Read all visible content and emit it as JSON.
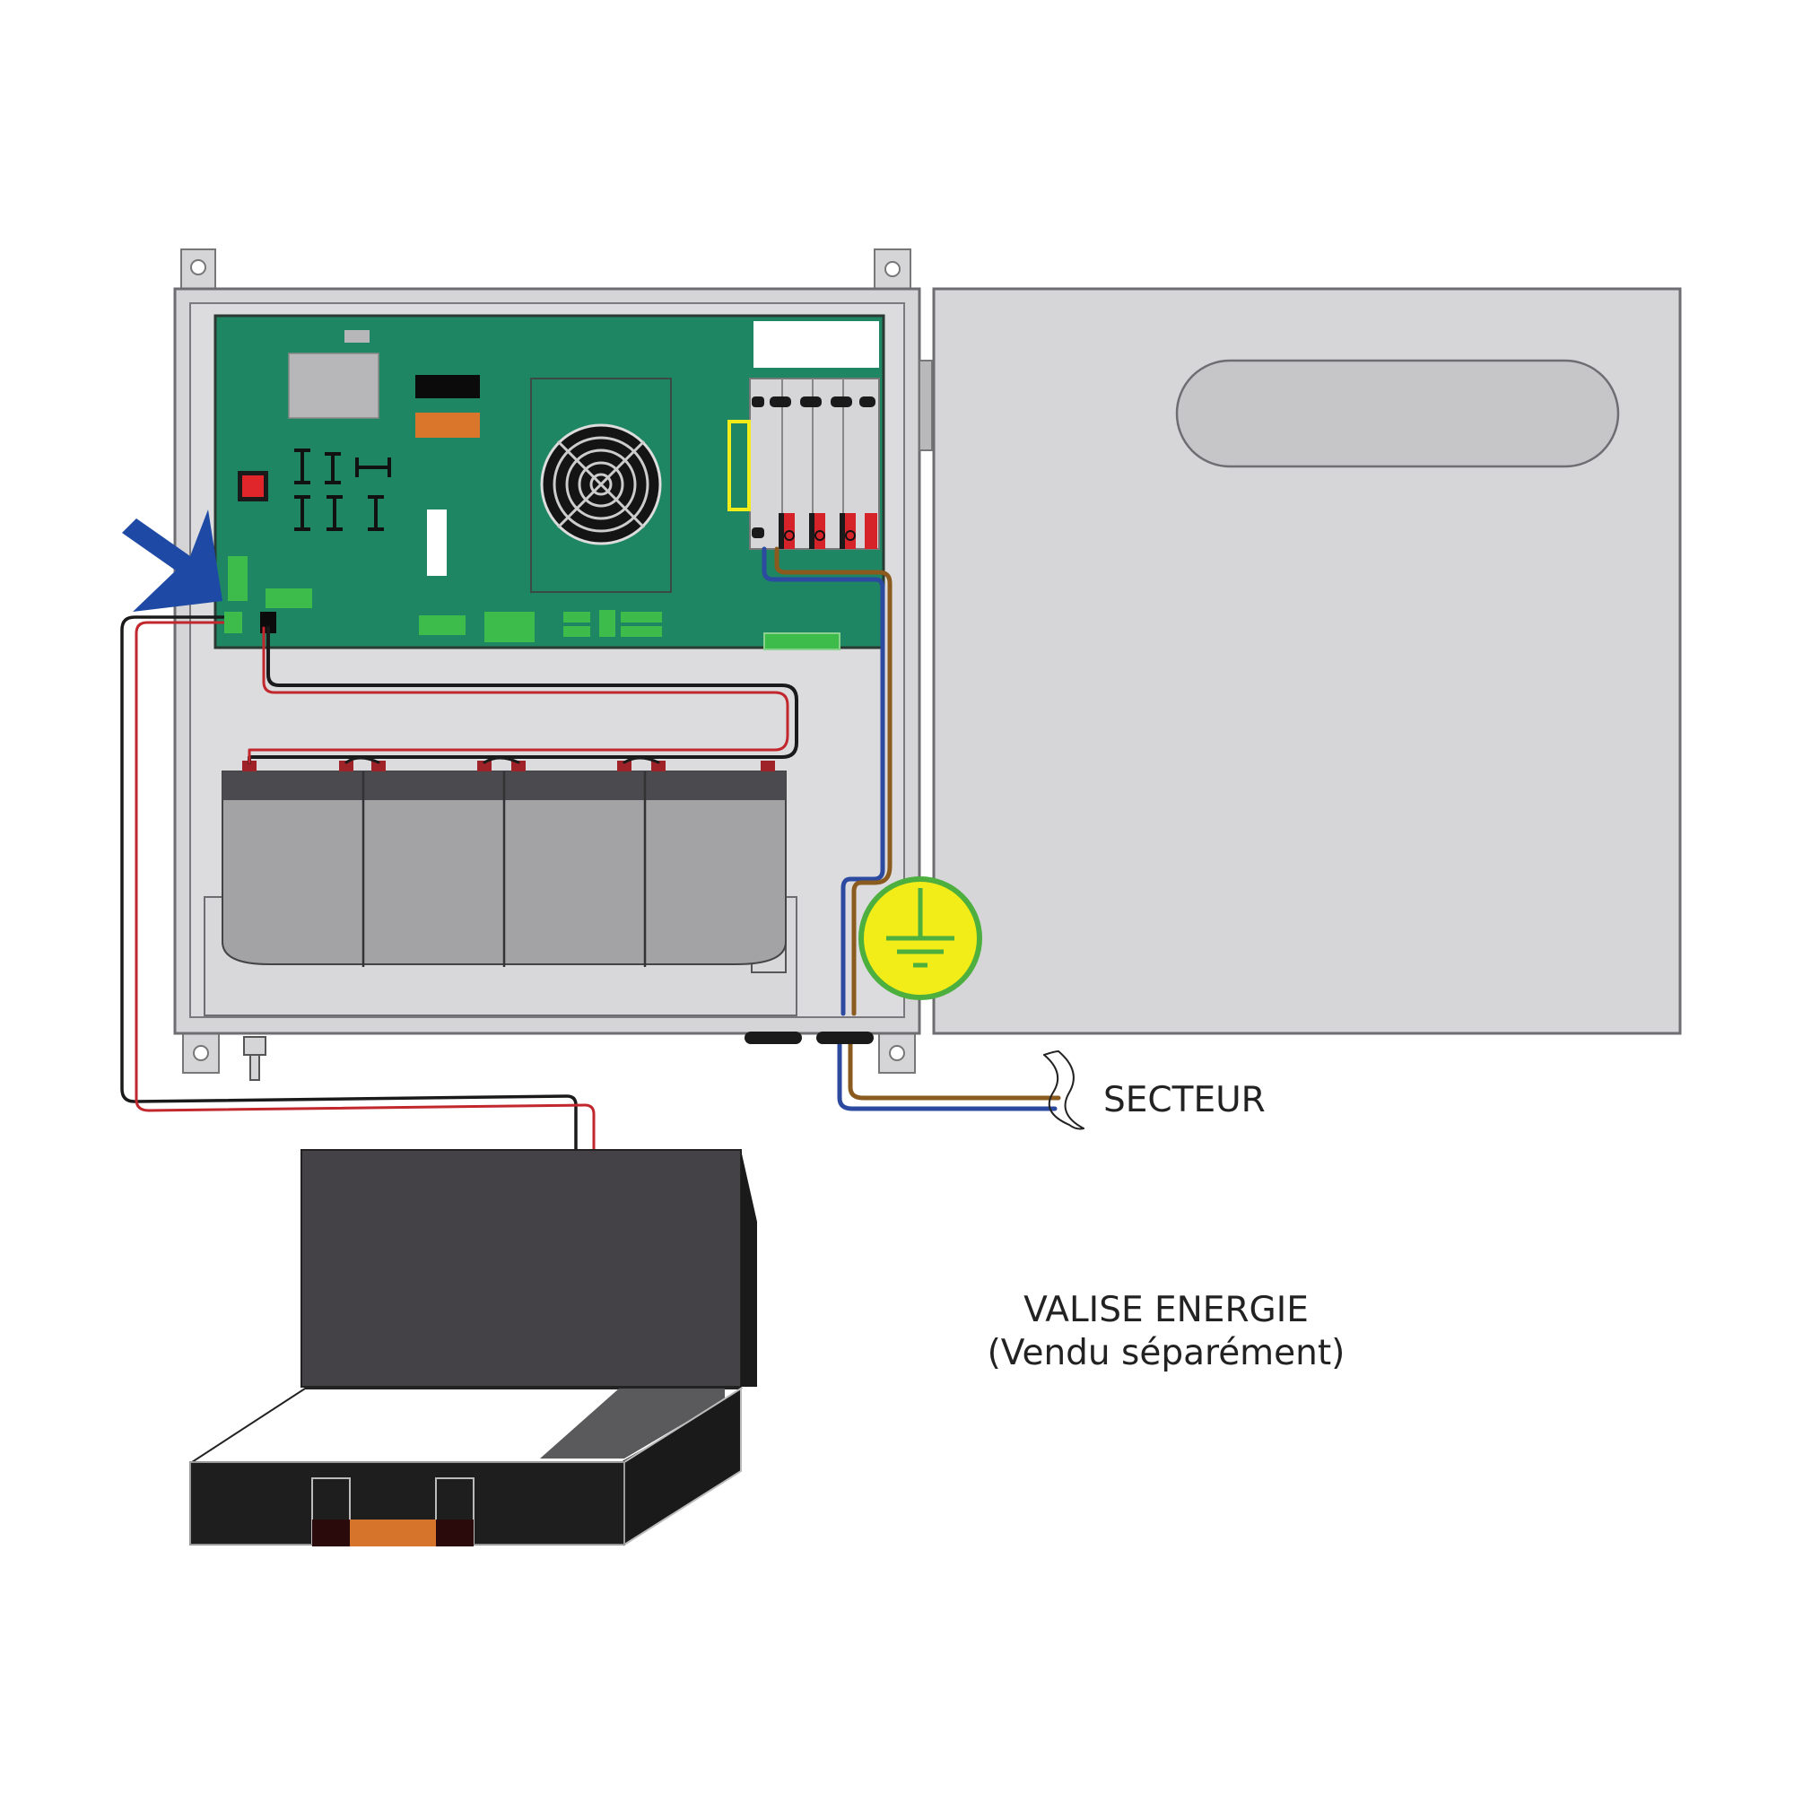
{
  "labels": {
    "mains": "SECTEUR",
    "case_title": "VALISE ENERGIE",
    "case_note": "(Vendu séparément)"
  },
  "colors": {
    "enclosure": "#d5d5d7",
    "pcb": "#1e8662",
    "battery": "#a3a3a6",
    "battery_top": "#4b4b4f",
    "wire_red": "#c1272d",
    "wire_black": "#1a1a1a",
    "wire_blue": "#2b4aa0",
    "wire_brown": "#8a5a1e",
    "earth_fill": "#f2ec19",
    "earth_ring": "#4caf3e",
    "arrow": "#1e4aa6",
    "case_dark": "#444246",
    "case_handle": "#d7742c"
  }
}
